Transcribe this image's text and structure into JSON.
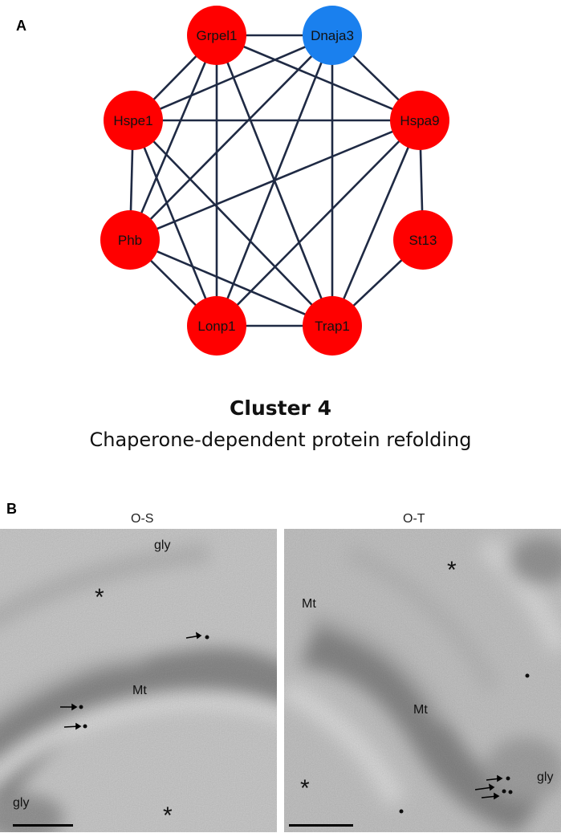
{
  "panel_a": {
    "letter": "A",
    "nodes": [
      {
        "id": "Grpel1",
        "color": "#ff0000"
      },
      {
        "id": "Dnaja3",
        "color": "#1a80ee"
      },
      {
        "id": "Hspe1",
        "color": "#ff0000"
      },
      {
        "id": "Hspa9",
        "color": "#ff0000"
      },
      {
        "id": "Phb",
        "color": "#ff0000"
      },
      {
        "id": "St13",
        "color": "#ff0000"
      },
      {
        "id": "Lonp1",
        "color": "#ff0000"
      },
      {
        "id": "Trap1",
        "color": "#ff0000"
      }
    ],
    "edges": [
      [
        "Grpel1",
        "Dnaja3"
      ],
      [
        "Grpel1",
        "Hspe1"
      ],
      [
        "Grpel1",
        "Hspa9"
      ],
      [
        "Grpel1",
        "Phb"
      ],
      [
        "Grpel1",
        "Lonp1"
      ],
      [
        "Grpel1",
        "Trap1"
      ],
      [
        "Dnaja3",
        "Hspe1"
      ],
      [
        "Dnaja3",
        "Hspa9"
      ],
      [
        "Dnaja3",
        "Phb"
      ],
      [
        "Dnaja3",
        "Lonp1"
      ],
      [
        "Dnaja3",
        "Trap1"
      ],
      [
        "Hspe1",
        "Hspa9"
      ],
      [
        "Hspe1",
        "Phb"
      ],
      [
        "Hspe1",
        "Lonp1"
      ],
      [
        "Hspe1",
        "Trap1"
      ],
      [
        "Hspa9",
        "Phb"
      ],
      [
        "Hspa9",
        "Lonp1"
      ],
      [
        "Hspa9",
        "Trap1"
      ],
      [
        "Hspa9",
        "St13"
      ],
      [
        "Phb",
        "Lonp1"
      ],
      [
        "Phb",
        "Trap1"
      ],
      [
        "St13",
        "Trap1"
      ],
      [
        "Lonp1",
        "Trap1"
      ]
    ],
    "edge_color": "#1f2a44",
    "cluster_title": "Cluster 4",
    "cluster_subtitle": "Chaperone-dependent protein refolding"
  },
  "panel_b": {
    "letter": "B",
    "left": {
      "title": "O-S",
      "labels": {
        "gly_top": "gly",
        "star_a": "*",
        "mt": "Mt",
        "gly_bottom": "gly",
        "star_b": "*"
      }
    },
    "right": {
      "title": "O-T",
      "labels": {
        "star_a": "*",
        "mt_top": "Mt",
        "mt_center": "Mt",
        "star_b": "*",
        "gly": "gly"
      }
    }
  }
}
